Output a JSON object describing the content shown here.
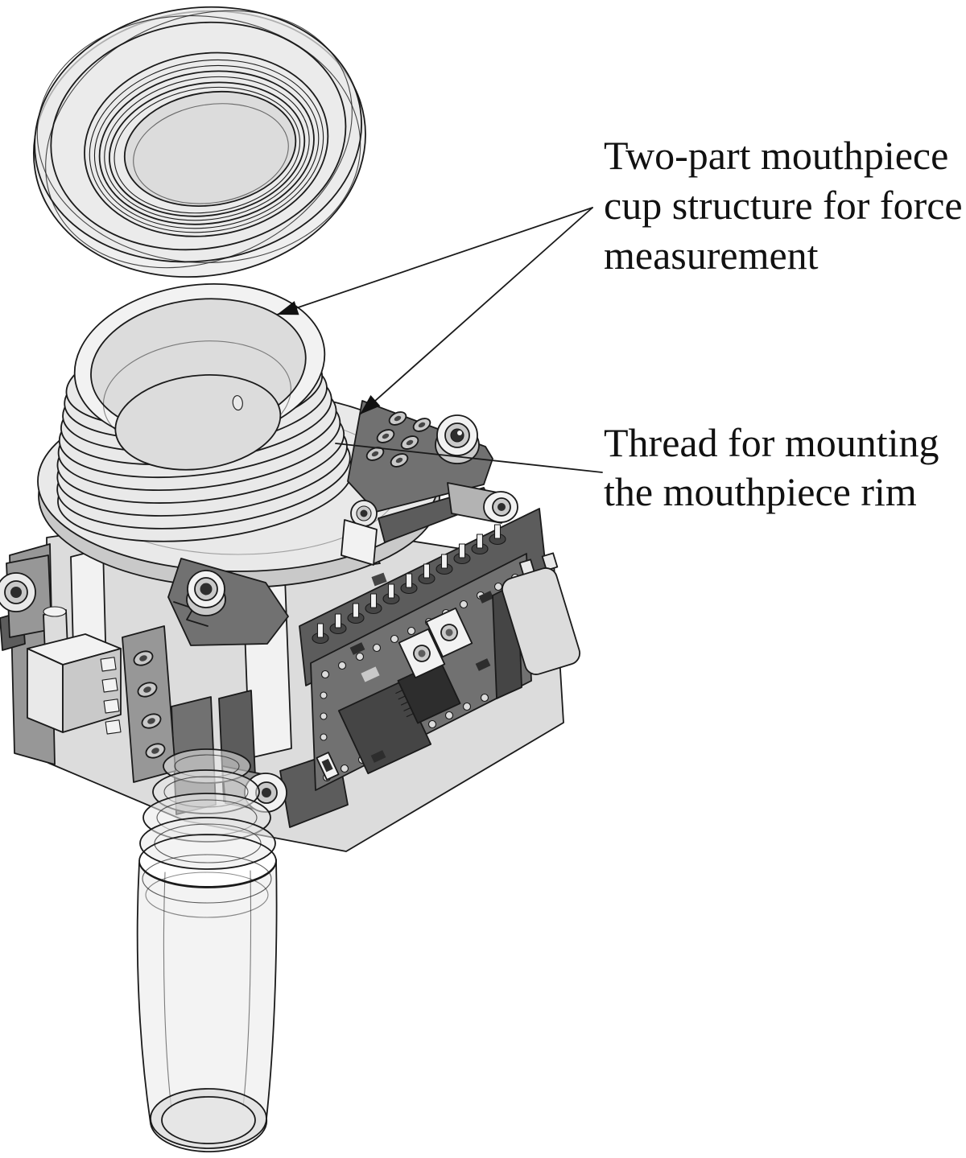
{
  "figure": {
    "background_color": "#ffffff",
    "ink_color": "#1a1a1a",
    "annotations": {
      "cup_structure": {
        "lines": [
          "Two-part mouthpiece",
          "cup structure for force",
          "measurement"
        ]
      },
      "thread": {
        "lines": [
          "Thread for mounting",
          "the mouthpiece rim"
        ]
      }
    },
    "palette": {
      "part_light_gray": "#ececec",
      "part_mid_gray": "#979797",
      "part_dark_gray": "#6d6d6d",
      "chip_dark": "#2d2d2d",
      "outline": "#1a1a1a"
    },
    "parts": [
      {
        "name": "mouthpiece-rim-ring"
      },
      {
        "name": "mouthpiece-cup"
      },
      {
        "name": "mounting-thread"
      },
      {
        "name": "mounting-flange"
      },
      {
        "name": "electronics-assembly"
      },
      {
        "name": "circuit-board"
      },
      {
        "name": "connector"
      },
      {
        "name": "handle-tube"
      }
    ]
  }
}
